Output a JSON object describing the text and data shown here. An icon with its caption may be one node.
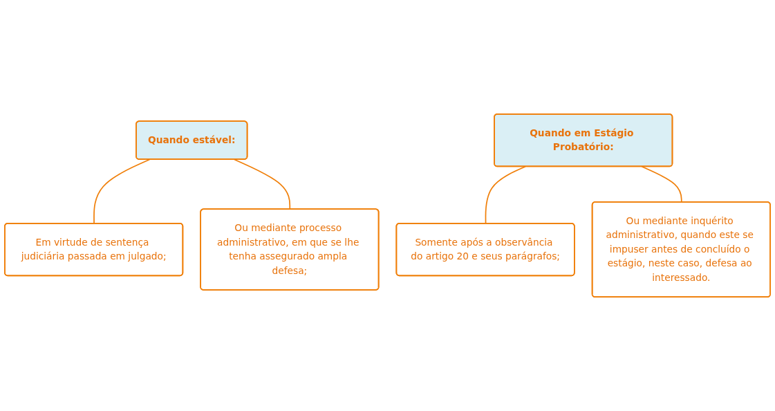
{
  "diagram": {
    "nodes": [
      {
        "text": [
          "Quando estável:"
        ]
      },
      {
        "text": [
          "Em virtude de sentença judiciária passada em julgado;"
        ]
      },
      {
        "text": [
          "Ou mediante processo administrativo, em que se lhe tenha assegurado ampla defesa;"
        ]
      },
      {
        "text": [
          "Quando em Estágio Probatório:"
        ]
      },
      {
        "text": [
          "Somente após a observância do artigo 20 e seus parágrafos;"
        ]
      },
      {
        "text": [
          "Ou mediante inquérito administrativo, quando este se impuser antes de concluído o estágio, neste caso, defesa ao interessado."
        ]
      }
    ],
    "edges": [
      {
        "from": 0,
        "to": 1,
        "arrow": "none"
      },
      {
        "from": 0,
        "to": 2,
        "arrow": "none"
      },
      {
        "from": 3,
        "to": 4,
        "arrow": "none"
      },
      {
        "from": 3,
        "to": 5,
        "arrow": "none"
      }
    ]
  }
}
